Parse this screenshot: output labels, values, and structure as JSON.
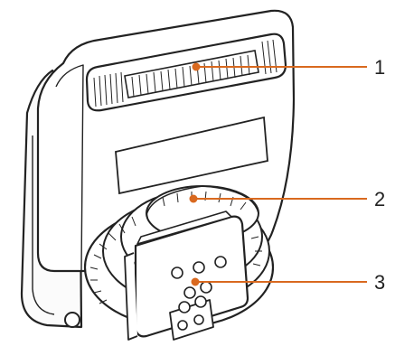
{
  "diagram": {
    "subject": "flash-unit-rear-view",
    "colors": {
      "outline": "#222222",
      "body_fill": "#ffffff",
      "callout_line": "#d9691f",
      "callout_dot": "#d9691f",
      "label_text": "#222222"
    },
    "callouts": [
      {
        "number": "1",
        "part": "window"
      },
      {
        "number": "2",
        "part": "locking-ring"
      },
      {
        "number": "3",
        "part": "mounting-foot-contacts"
      }
    ]
  }
}
